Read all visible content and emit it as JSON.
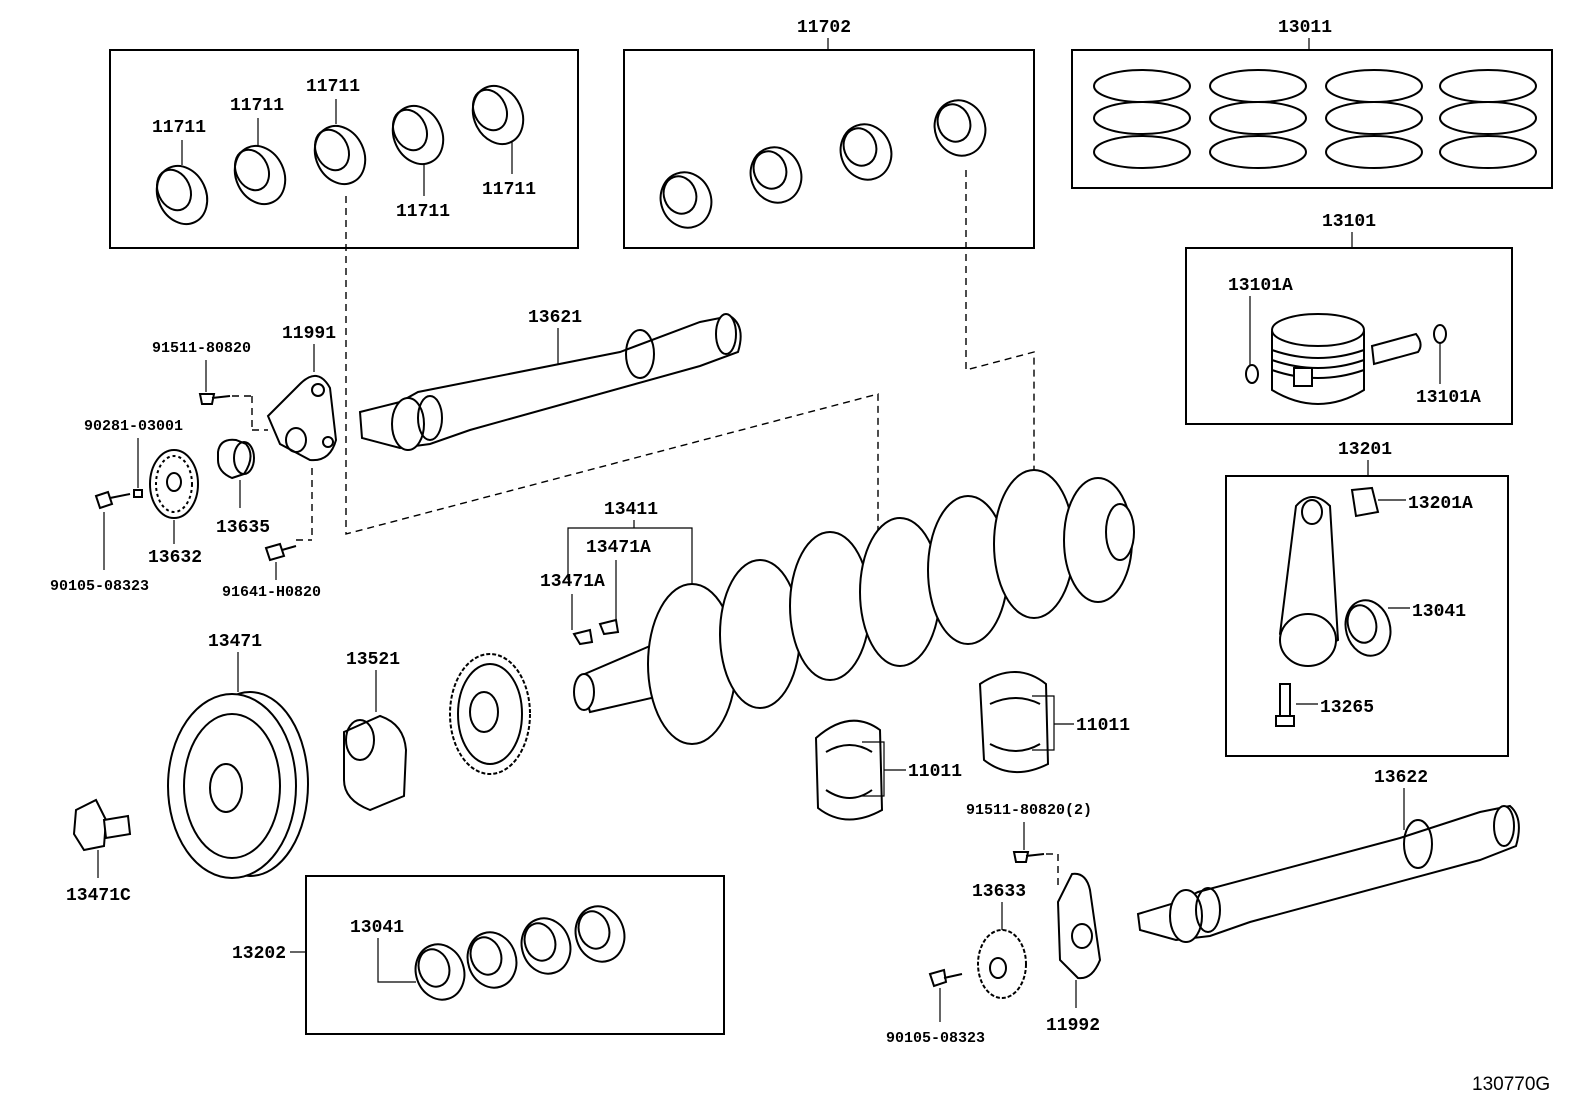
{
  "figure_id": "130770G",
  "labels": {
    "brg_upper_main": "11711",
    "brg_lower_main": "11702",
    "ring_set": "13011",
    "piston_sub": "13101",
    "piston_snap_ring": "13101A",
    "conrod_sub": "13201",
    "conrod_bushing": "13201A",
    "conrod_bearing": "13041",
    "conrod_bolt": "13265",
    "balance_shaft_1": "13621",
    "balance_shaft_2": "13622",
    "balance_housing_1": "11991",
    "balance_housing_2": "11992",
    "bolt_91511": "91511-80820",
    "bolt_91511_x2": "91511-80820(2)",
    "pin_90281": "90281-03001",
    "bolt_90105": "90105-08323",
    "bolt_91641": "91641-H0820",
    "gear_13632": "13632",
    "bush_13635": "13635",
    "gear_13633": "13633",
    "crankshaft": "13411",
    "key": "13471A",
    "pulley": "13471",
    "pulley_bolt": "13471C",
    "crank_gear": "13521",
    "thrust_washer": "11011",
    "bearing_set": "13202"
  }
}
